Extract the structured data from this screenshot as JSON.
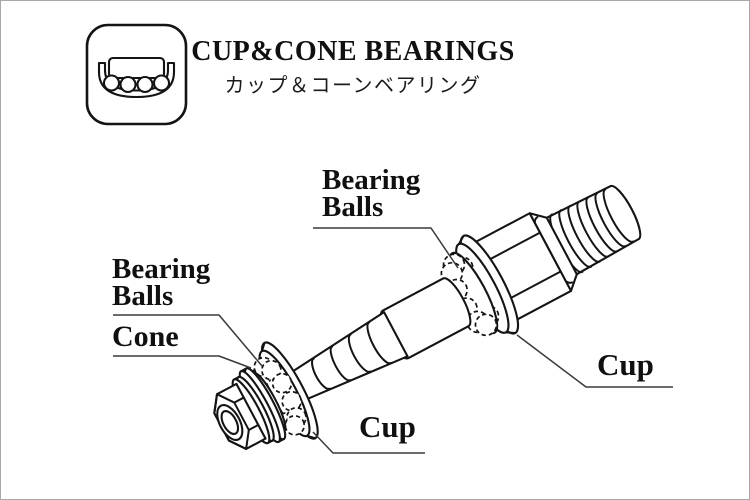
{
  "frame": {
    "background": "#ffffff",
    "border_color": "#a8a8a8",
    "line_color": "#141414",
    "leader_color": "#3a3a3a"
  },
  "header": {
    "icon": "cup-cone-bearing-cross-section-icon",
    "title": "CUP&CONE BEARINGS",
    "subtitle_ja": "カップ＆コーンベアリング"
  },
  "diagram": {
    "type": "technical-illustration",
    "labels": {
      "bearing_balls_right": "Bearing\nBalls",
      "bearing_balls_left": "Bearing\nBalls",
      "cone": "Cone",
      "cup_left": "Cup",
      "cup_right": "Cup"
    }
  }
}
